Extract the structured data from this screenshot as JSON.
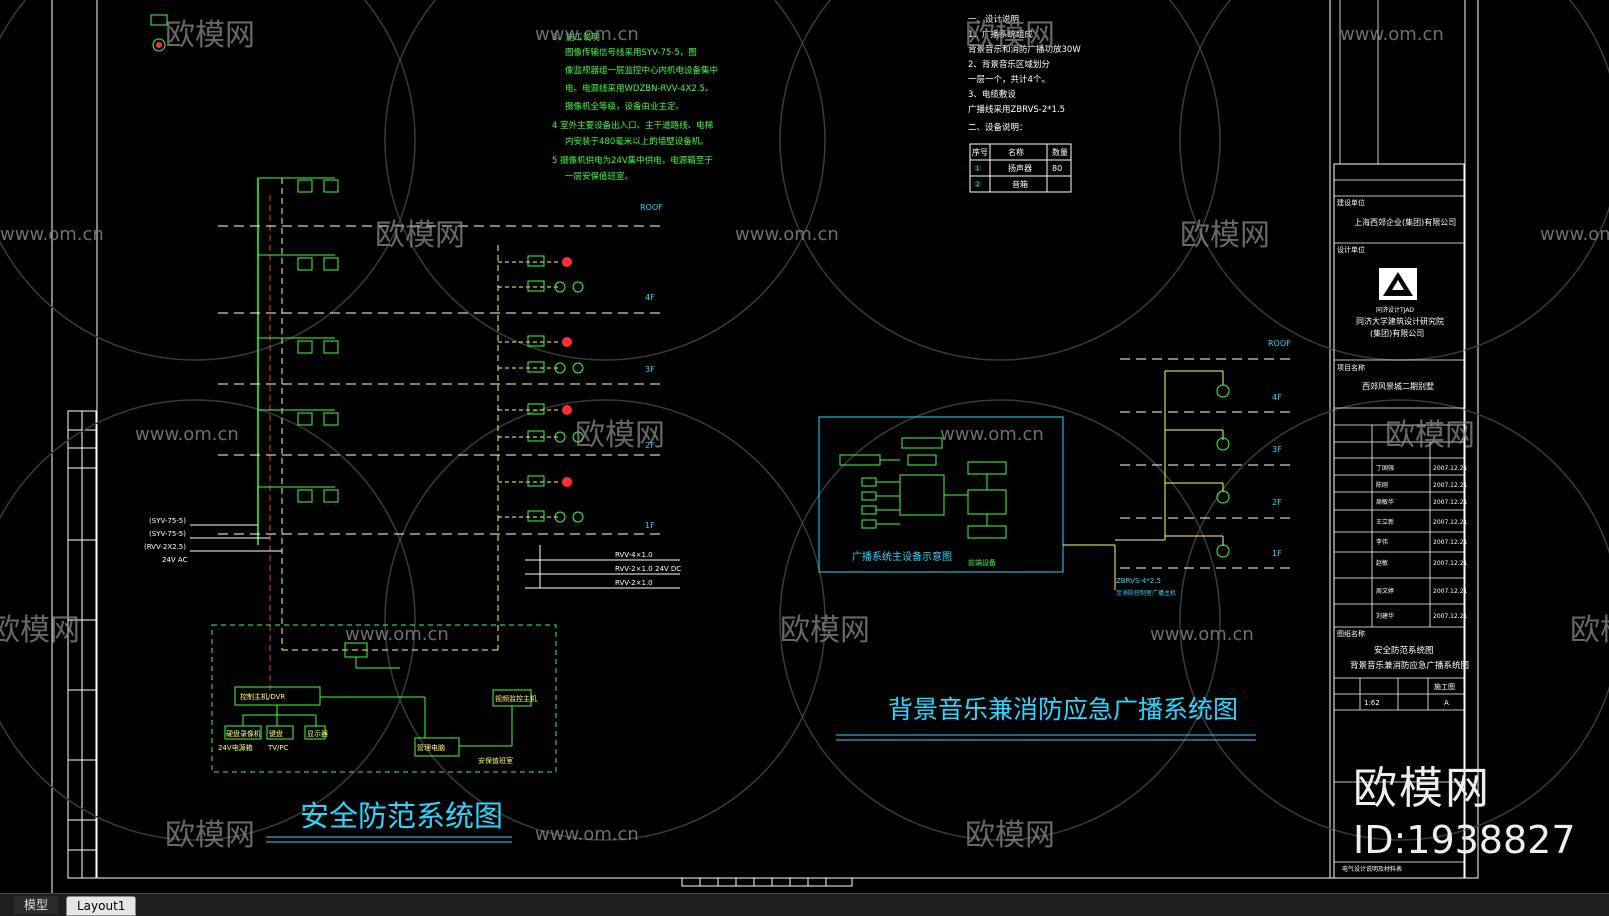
{
  "app": {
    "tabs": [
      {
        "label": "模型"
      },
      {
        "label": "Layout1"
      }
    ]
  },
  "drawing": {
    "left_title": "安全防范系统图",
    "right_title": "背景音乐兼消防应急广播系统图",
    "floors_left": [
      "ROOF",
      "4F",
      "3F",
      "2F",
      "1F"
    ],
    "floors_right": [
      "ROOF",
      "4F",
      "3F",
      "2F",
      "1F"
    ],
    "legend_rows": [
      {
        "no": "序号",
        "name": "名称",
        "qty": "数量"
      },
      {
        "no": "①",
        "name": "扬声器",
        "qty": "80"
      },
      {
        "no": "②",
        "name": "音箱",
        "qty": ""
      }
    ],
    "notes_left": [
      "3、施工说明",
      "图像传输信号线采用SYV-75-5，图",
      "像监视器组一层监控中心内机电设备集中",
      "电。电源线采用WDZBN-RVV-4X2.5。",
      "摄像机全等级，设备由业主定。",
      "4  室外主要设备出入口、主干道路线、电梯",
      "内安装于480毫米以上的墙壁设备机。",
      "5  摄像机供电为24V集中供电，电源箱至于",
      "一层安保值班室。"
    ],
    "notes_right": [
      "一、设计说明",
      "1、广播系统组成",
      "背景音乐和消防广播功放30W",
      "2、背景音乐区域划分",
      "一层一个，共计4个。",
      "3、电缆敷设",
      "广播线采用ZBRVS-2*1.5",
      "二、设备说明："
    ],
    "cable_labels": [
      "(SYV-75-5)",
      "(SYV-75-5)",
      "(RVV-2X2.5)",
      "24V AC"
    ],
    "riser_labels": [
      "RVV-4×1.0",
      "RVV-2×1.0",
      "RVV-2×1.0",
      "24V DC"
    ],
    "equipment_box_title": "广播系统主设备示意图",
    "equipment_box_note": "前端设备",
    "right_cable": "ZBRVS-4*2.5",
    "right_cable_note": "至消防控制室广播主机",
    "center_labels": {
      "monitor": "视频监控主机",
      "host": "控制主机/DVR",
      "storage": "硬盘录像机",
      "kb": "键盘",
      "disp": "显示器",
      "pc": "管理电脑",
      "guard": "安保值班室"
    },
    "bottom_sub": [
      "24V电源箱",
      "TV/PC"
    ]
  },
  "title_block": {
    "client_label": "建设单位",
    "client": "上海西郊企业(集团)有限公司",
    "designer_label": "设计单位",
    "designer_cn": "同济大学建筑设计研究院",
    "designer_cn2": "(集团)有限公司",
    "logo_text": "同济设计TJAD",
    "project_label": "项目名称",
    "project": "西郊风景城二期别墅",
    "sheet_title_label": "图纸名称",
    "sheet_title1": "安全防范系统图",
    "sheet_title2": "背景音乐兼消防应急广播系统图",
    "scale": "1:62",
    "stage": "施工图",
    "rev": "A",
    "dates": [
      "2007.12.21",
      "2007.12.21",
      "2007.12.21",
      "2007.12.21",
      "2007.12.21",
      "2007.12.21",
      "2007.12.21",
      "2007.12.21"
    ],
    "names": [
      "丁国强",
      "陈刚",
      "周敏华",
      "王立新",
      "李伟",
      "赵敏",
      "周文婷",
      "刘建华"
    ],
    "bottom_note": "电气设计说明及材料表"
  },
  "watermark": {
    "brand": "欧模网",
    "site": "www.om.cn",
    "id": "ID:1938827"
  },
  "colors": {
    "green": "#3cff3c",
    "cyan": "#2ad7ff",
    "yellow": "#ffff66",
    "red": "#ff3030",
    "white": "#ffffff",
    "wm": "#9a9a9a"
  }
}
